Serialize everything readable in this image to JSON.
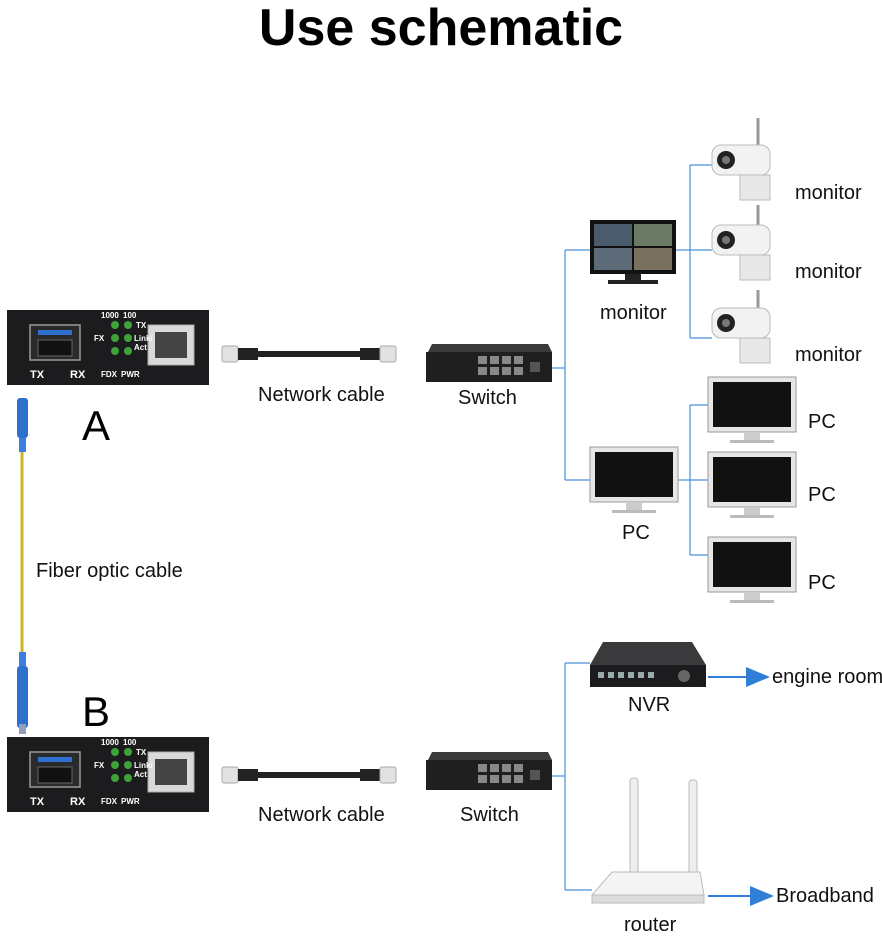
{
  "title": "Use schematic",
  "converter": {
    "speed_1000": "1000",
    "speed_100": "100",
    "led_fx": "FX",
    "led_tx": "TX",
    "led_link": "Link/",
    "led_act": "Act",
    "led_fdx": "FDX",
    "led_pwr": "PWR",
    "port_tx": "TX",
    "port_rx": "RX"
  },
  "labels": {
    "side_a": "A",
    "side_b": "B",
    "fiber": "Fiber optic cable",
    "network_cable_a": "Network cable",
    "network_cable_b": "Network cable",
    "switch_a": "Switch",
    "switch_b": "Switch",
    "monitor_screen": "monitor",
    "camera_1": "monitor",
    "camera_2": "monitor",
    "camera_3": "monitor",
    "pc_main": "PC",
    "pc_1": "PC",
    "pc_2": "PC",
    "pc_3": "PC",
    "nvr": "NVR",
    "engine_room": "engine room",
    "router": "router",
    "broadband": "Broadband"
  },
  "colors": {
    "line_blue": "#4a90d9",
    "arrow_blue": "#2f7fd8",
    "device_dark": "#1c1c1e",
    "led_green": "#3fa33a",
    "fiber_yellow": "#c9b42a",
    "sfp_blue": "#2f6fd0"
  }
}
